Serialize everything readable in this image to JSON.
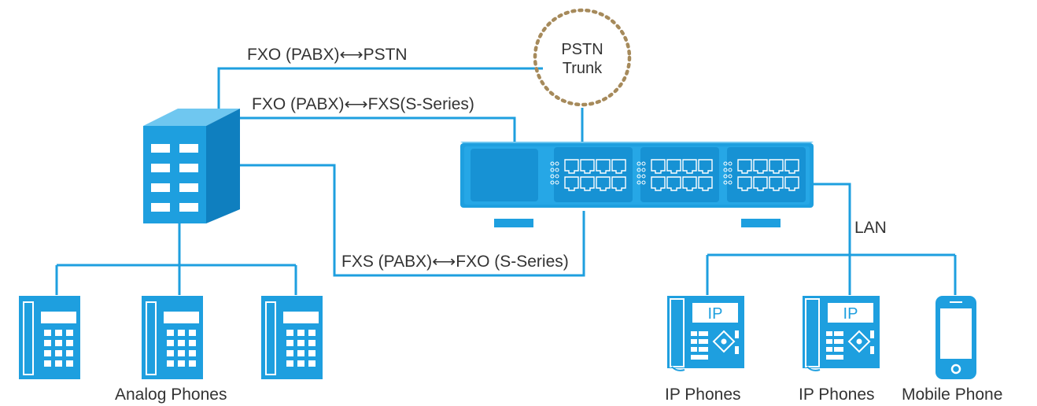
{
  "colors": {
    "primary": "#1e9fdf",
    "light": "#6fc7f0",
    "dark": "#0f7fbf",
    "trunk_border": "#a68a5b",
    "text": "#333333"
  },
  "labels": {
    "fxo_pstn": "FXO (PABX)⟷PSTN",
    "fxo_fxs": "FXO (PABX)⟷FXS(S-Series)",
    "fxs_fxo": "FXS (PABX)⟷FXO (S-Series)",
    "lan": "LAN",
    "pstn_line1": "PSTN",
    "pstn_line2": "Trunk",
    "analog_phones": "Analog Phones",
    "ip_phones_1": "IP Phones",
    "ip_phones_2": "IP Phones",
    "mobile_phone": "Mobile Phone",
    "ip_screen": "IP"
  },
  "icons": {
    "pabx": "pabx-cabinet-icon",
    "gateway": "s-series-gateway-icon",
    "analog_phone": "analog-phone-icon",
    "ip_phone": "ip-phone-icon",
    "mobile": "mobile-phone-icon",
    "trunk": "pstn-trunk-icon"
  }
}
